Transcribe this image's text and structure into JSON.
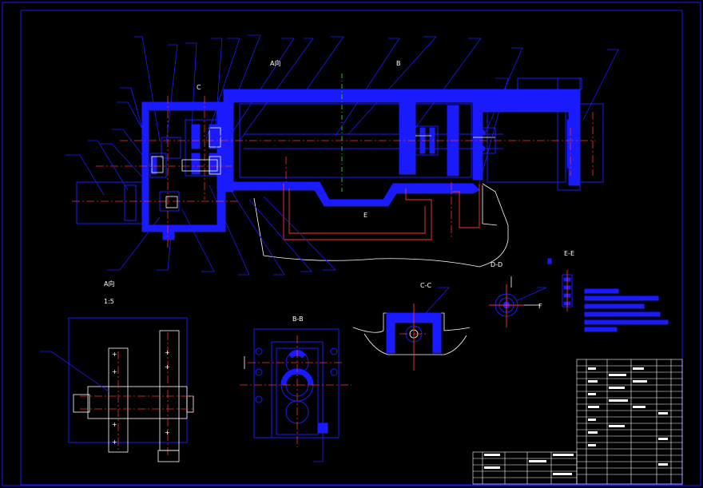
{
  "labels": {
    "view_a_top": "A向",
    "section_c": "C",
    "section_b": "B",
    "section_e": "E",
    "view_a_left": "A向",
    "scale": "1:5",
    "view_bb": "B-B",
    "view_cc": "C-C",
    "view_dd": "D-D",
    "view_ee": "E-E",
    "view_f": "F"
  },
  "colors": {
    "background": "#000000",
    "outline": "#1a1aff",
    "centerline": "#ff3030",
    "annotation": "#ffffff",
    "axis": "#20c020"
  }
}
